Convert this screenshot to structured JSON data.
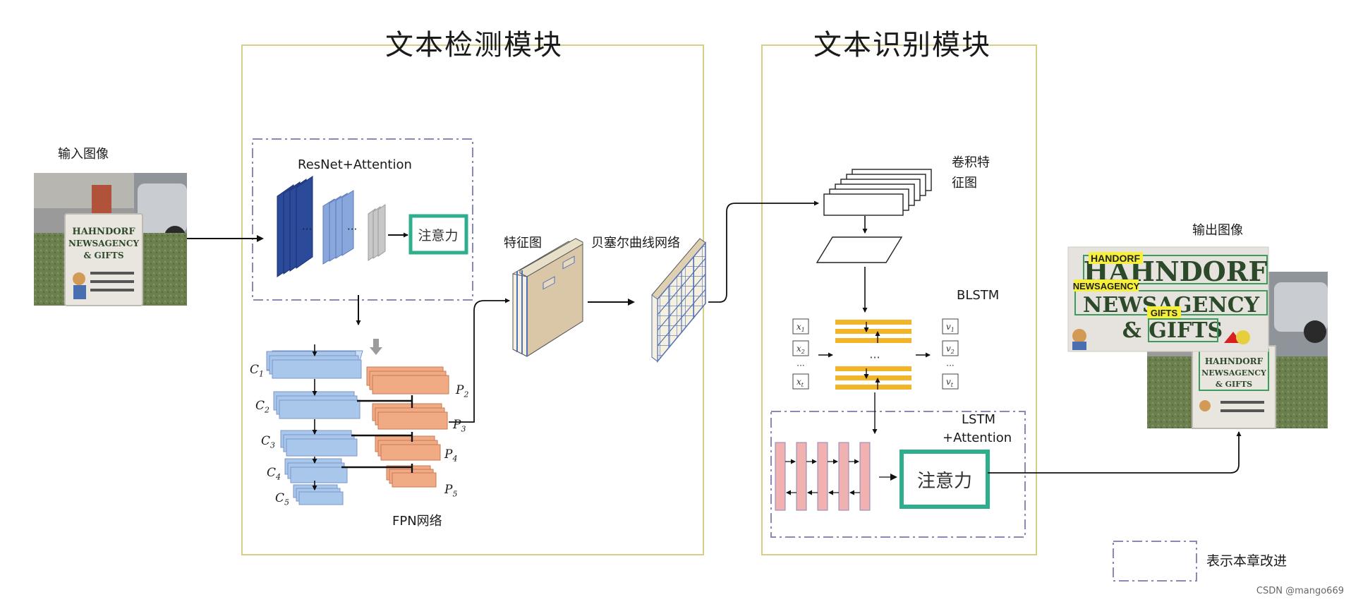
{
  "detection_module": {
    "title": "文本检测模块"
  },
  "recognition_module": {
    "title": "文本识别模块"
  },
  "input": {
    "label": "输入图像"
  },
  "output": {
    "label": "输出图像"
  },
  "resnet": {
    "label": "ResNet+Attention",
    "dots1": "···",
    "dots2": "···"
  },
  "attention_small": {
    "label": "注意力"
  },
  "attention_large": {
    "label": "注意力"
  },
  "feature_map": {
    "label": "特征图"
  },
  "bezier": {
    "label": "贝塞尔曲线网络"
  },
  "fpn": {
    "label": "FPN网络",
    "c_labels": [
      "C1",
      "C2",
      "C3",
      "C4",
      "C5"
    ],
    "p_labels": [
      "P2",
      "P3",
      "P4",
      "P5"
    ]
  },
  "conv_features": {
    "label_line1": "卷积特",
    "label_line2": "征图"
  },
  "blstm": {
    "label": "BLSTM",
    "dots": "···",
    "x_dots": "···",
    "v_dots": "···"
  },
  "lstm_attention": {
    "label_line1": "LSTM",
    "label_line2": "+Attention"
  },
  "legend": {
    "label": "表示本章改进"
  },
  "sign_text": {
    "line1": "HAHNDORF",
    "line2": "NEWSAGENCY",
    "line3": "& GIFTS"
  },
  "output_tags": {
    "tag1": "HANDORF",
    "tag2": "NEWSAGENCY",
    "tag3": "GIFTS"
  },
  "watermark": "CSDN @mango669",
  "colors": {
    "module_border": "#d8cf87",
    "dash_border": "#8a88b4",
    "blue_dark": "#2c4a9a",
    "blue_light": "#8aa7dc",
    "gray": "#c8c8c8",
    "teal": "#2fae8e",
    "orange": "#f1ab84",
    "yellow": "#f2b52a",
    "pink": "#f1b1b1"
  }
}
